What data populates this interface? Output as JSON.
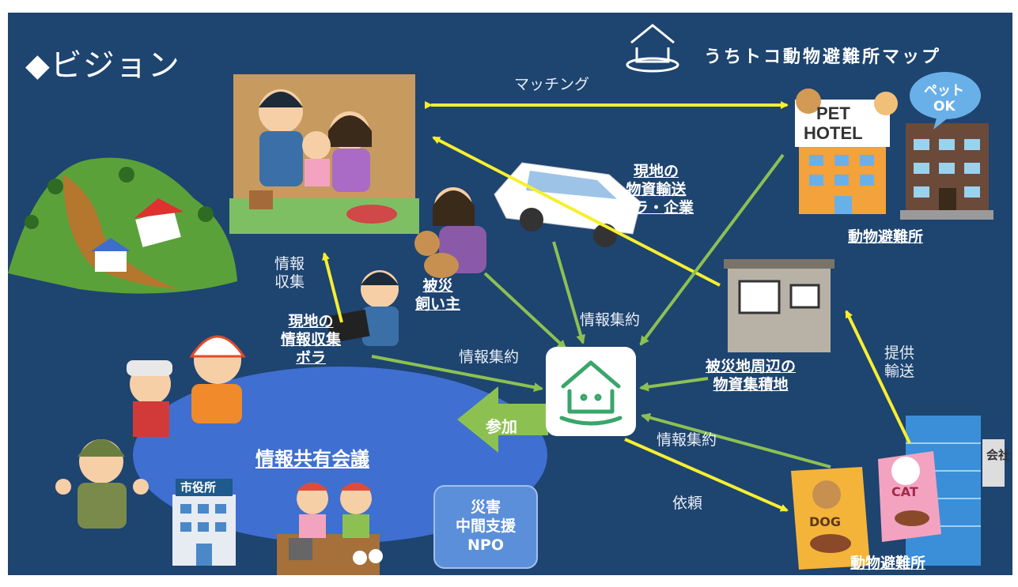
{
  "title": "◆ビジョン",
  "brand": "うちトコ動物避難所マップ",
  "labels": {
    "matching": "マッチング",
    "transport_line1": "現地の",
    "transport_line2": "物資輸送",
    "transport_line3": "ボラ・企業",
    "shelter_top": "動物避難所",
    "shelter_bottom": "動物避難所",
    "info_collect_line1": "情報",
    "info_collect_line2": "収集",
    "owner_line1": "被災",
    "owner_line2": "飼い主",
    "volunteer_line1": "現地の",
    "volunteer_line2": "情報収集",
    "volunteer_line3": "ボラ",
    "aggregate_top": "情報集約",
    "aggregate_left": "情報集約",
    "aggregate_bottom": "情報集約",
    "depot_line1": "被災地周辺の",
    "depot_line2": "物資集積地",
    "supply_line1": "提供",
    "supply_line2": "輸送",
    "join": "参加",
    "request": "依頼",
    "meeting": "情報共有会議",
    "npo_line1": "災害",
    "npo_line2": "中間支援",
    "npo_line3": "NPO",
    "pet_ok_line1": "ペット",
    "pet_ok_line2": "OK",
    "hotel_line1": "PET",
    "hotel_line2": "HOTEL",
    "city_hall": "市役所",
    "company": "会社",
    "dog_food": "DOG",
    "cat_food": "CAT"
  },
  "colors": {
    "background": "#1e4470",
    "yellow_arrow": "#f7ef2f",
    "green_arrow": "#8cc152",
    "meeting_ellipse": "#3f6fd0",
    "app_green": "#3aa66a"
  },
  "icons": [
    "house-dog-logo-icon",
    "family-evacuees-icon",
    "landslide-icon",
    "pet-hotel-icon",
    "apartment-icon",
    "car-icon",
    "woman-with-dog-icon",
    "volunteer-tablet-icon",
    "rescue-workers-icon",
    "soldier-icon",
    "city-hall-icon",
    "cooks-icon",
    "storage-depot-icon",
    "office-building-icon",
    "dog-food-bag-icon",
    "cat-food-bag-icon"
  ]
}
